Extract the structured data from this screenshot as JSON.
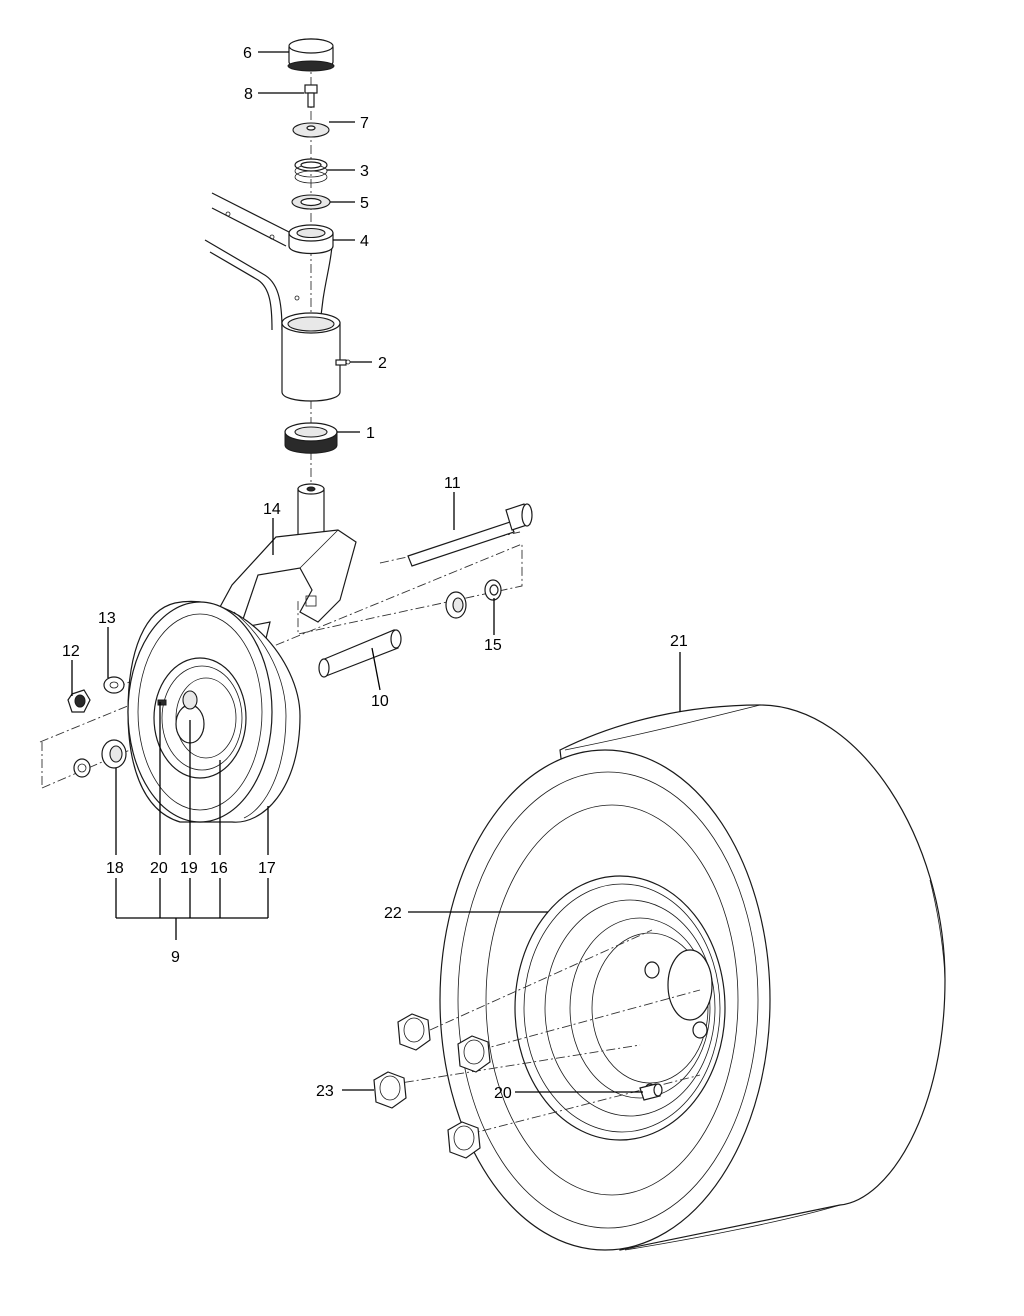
{
  "diagram": {
    "callouts": [
      {
        "id": "c6",
        "text": "6"
      },
      {
        "id": "c8",
        "text": "8"
      },
      {
        "id": "c7",
        "text": "7"
      },
      {
        "id": "c3",
        "text": "3"
      },
      {
        "id": "c5",
        "text": "5"
      },
      {
        "id": "c4",
        "text": "4"
      },
      {
        "id": "c2",
        "text": "2"
      },
      {
        "id": "c1",
        "text": "1"
      },
      {
        "id": "c11",
        "text": "11"
      },
      {
        "id": "c14",
        "text": "14"
      },
      {
        "id": "c13",
        "text": "13"
      },
      {
        "id": "c12",
        "text": "12"
      },
      {
        "id": "c15",
        "text": "15"
      },
      {
        "id": "c10",
        "text": "10"
      },
      {
        "id": "c21",
        "text": "21"
      },
      {
        "id": "c18",
        "text": "18"
      },
      {
        "id": "c20a",
        "text": "20"
      },
      {
        "id": "c19",
        "text": "19"
      },
      {
        "id": "c16",
        "text": "16"
      },
      {
        "id": "c17",
        "text": "17"
      },
      {
        "id": "c9",
        "text": "9"
      },
      {
        "id": "c22",
        "text": "22"
      },
      {
        "id": "c23",
        "text": "23"
      },
      {
        "id": "c20b",
        "text": "20"
      }
    ]
  }
}
